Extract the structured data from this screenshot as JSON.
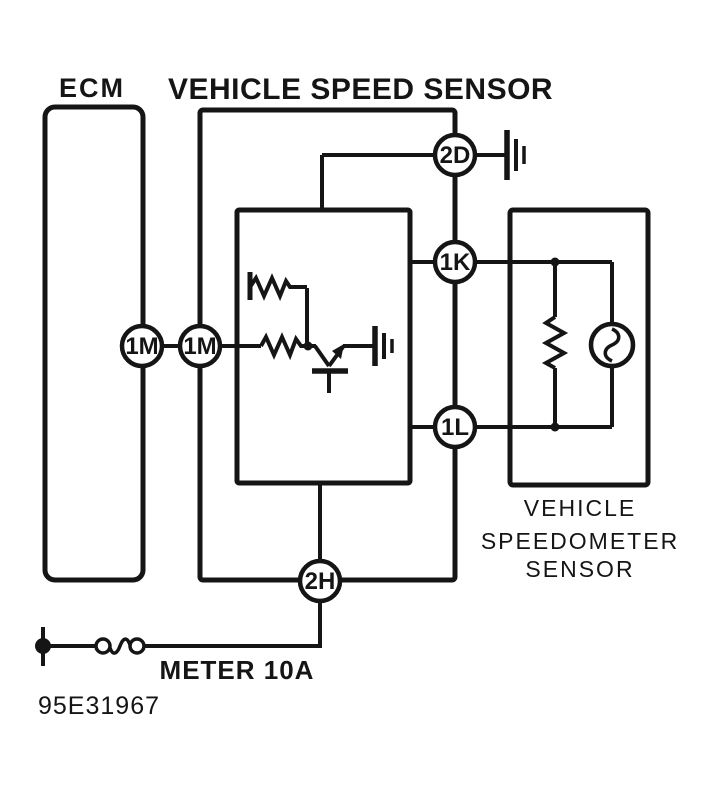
{
  "document": {
    "type": "wiring-diagram",
    "title": "VEHICLE SPEED SENSOR",
    "diagram_id": "95E31967"
  },
  "blocks": {
    "ecm_label": "ECM",
    "speedometer_label_line1": "VEHICLE",
    "speedometer_label_line2": "SPEEDOMETER",
    "speedometer_label_line3": "SENSOR"
  },
  "connectors": {
    "ground_pin": "2D",
    "signal_high_pin": "1K",
    "signal_low_pin": "1L",
    "power_pin": "2H",
    "ecm_output_pin": "1M",
    "sensor_input_pin": "1M"
  },
  "power": {
    "fuse_label": "METER 10A"
  },
  "symbols": {
    "ground": "ground-icon",
    "resistor": "resistor-icon",
    "transistor": "transistor-icon",
    "ac_generator": "ac-generator-icon",
    "fuse": "fuse-icon",
    "battery_feed": "battery-feed-icon"
  },
  "colors": {
    "ink": "#151515",
    "paper": "#ffffff"
  }
}
